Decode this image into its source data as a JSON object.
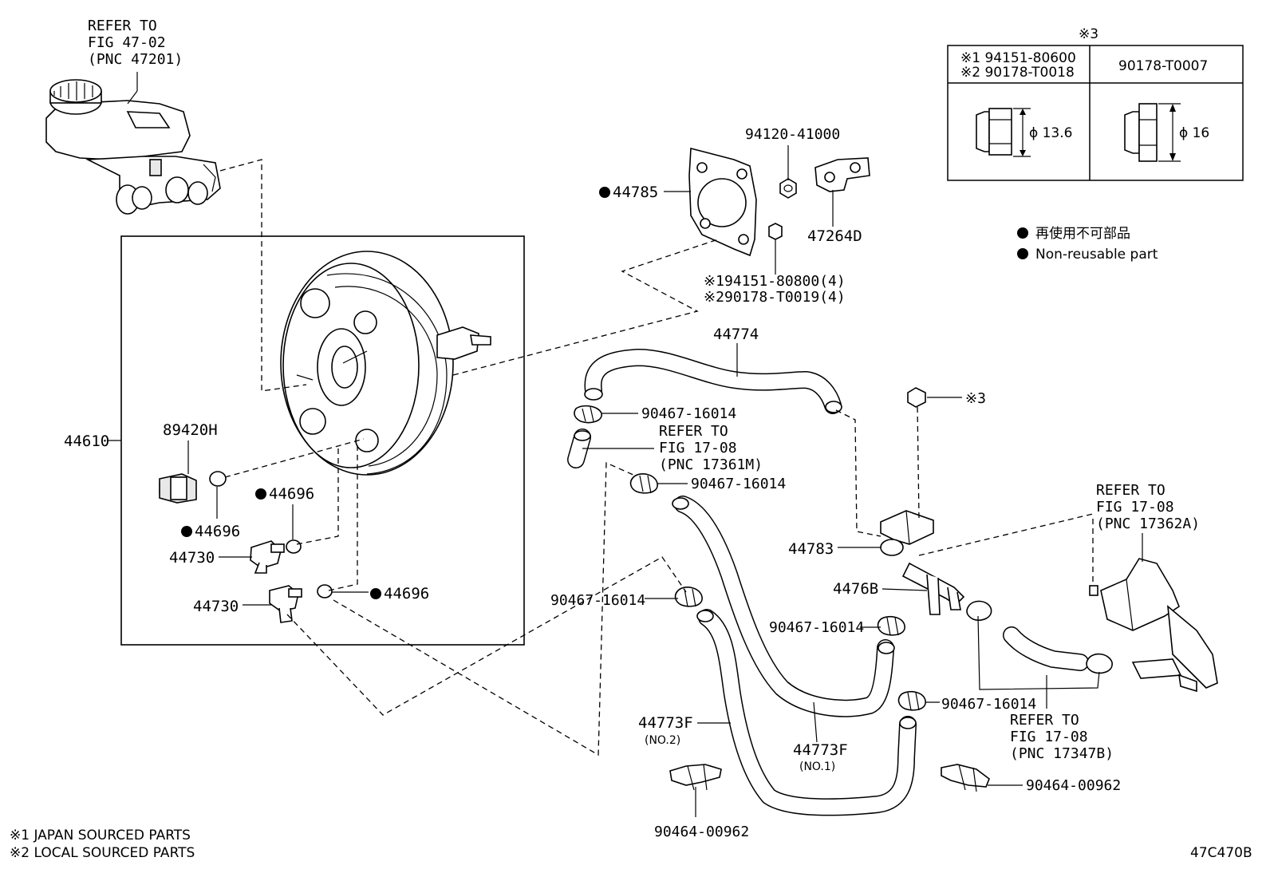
{
  "figure_id": "47C470B",
  "refs": {
    "master_cyl": [
      "REFER TO",
      "FIG 47-02",
      "(PNC 47201)"
    ],
    "fig17_361": [
      "REFER TO",
      "FIG 17-08",
      "(PNC 17361M)"
    ],
    "fig17_362": [
      "REFER TO",
      "FIG 17-08",
      "(PNC 17362A)"
    ],
    "fig17_347": [
      "REFER TO",
      "FIG 17-08",
      "(PNC 17347B)"
    ]
  },
  "parts": {
    "p44610": "44610",
    "p89420H": "89420H",
    "p44696a": "44696",
    "p44696b": "44696",
    "p44696c": "44696",
    "p44730a": "44730",
    "p44730b": "44730",
    "p44785": "44785",
    "p94120": "94120-41000",
    "p47264D": "47264D",
    "p94151_1": "94151-80800(4)",
    "p90178_2": "90178-T0019(4)",
    "p44774": "44774",
    "c16014a": "90467-16014",
    "c16014b": "90467-16014",
    "c16014c": "90467-16014",
    "c16014d": "90467-16014",
    "c16014e": "90467-16014",
    "p44783": "44783",
    "p4476B": "4476B",
    "p44773F_no2": "44773F",
    "no2": "(NO.2)",
    "p44773F_no1": "44773F",
    "no1": "(NO.1)",
    "c00962a": "90464-00962",
    "c00962b": "90464-00962",
    "ref3": "※3"
  },
  "mark1": "※1",
  "mark2": "※2",
  "table": {
    "title": "※3",
    "col1_line1": "※1 94151-80600",
    "col1_line2": "※2 90178-T0018",
    "col2": "90178-T0007",
    "dim1": "ϕ 13.6",
    "dim2": "ϕ 16"
  },
  "legend": {
    "jp": "再使用不可部品",
    "en": "Non-reusable part"
  },
  "footnotes": {
    "n1": "※1 JAPAN SOURCED PARTS",
    "n2": "※2 LOCAL SOURCED PARTS"
  }
}
